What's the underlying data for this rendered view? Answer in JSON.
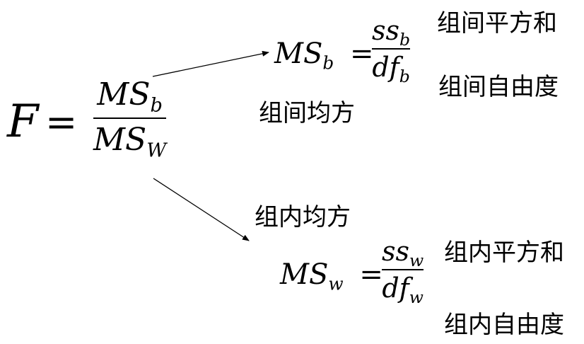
{
  "main_formula": {
    "lhs": "F",
    "equals": "=",
    "numerator": {
      "base": "MS",
      "sub": "b"
    },
    "denominator": {
      "base": "MS",
      "sub": "W"
    }
  },
  "between_formula": {
    "lhs": {
      "base": "MS",
      "sub": "b"
    },
    "equals": "=",
    "numerator": {
      "base": "ss",
      "sub": "b"
    },
    "denominator": {
      "base": "df",
      "sub": "b"
    }
  },
  "within_formula": {
    "lhs": {
      "base": "MS",
      "sub": "w"
    },
    "equals": "=",
    "numerator": {
      "base": "ss",
      "sub": "w"
    },
    "denominator": {
      "base": "df",
      "sub": "w"
    }
  },
  "labels": {
    "between_mean_square": "组间均方",
    "between_sum_of_squares": "组间平方和",
    "between_degrees_of_freedom": "组间自由度",
    "within_mean_square": "组内均方",
    "within_sum_of_squares": "组内平方和",
    "within_degrees_of_freedom": "组内自由度"
  }
}
